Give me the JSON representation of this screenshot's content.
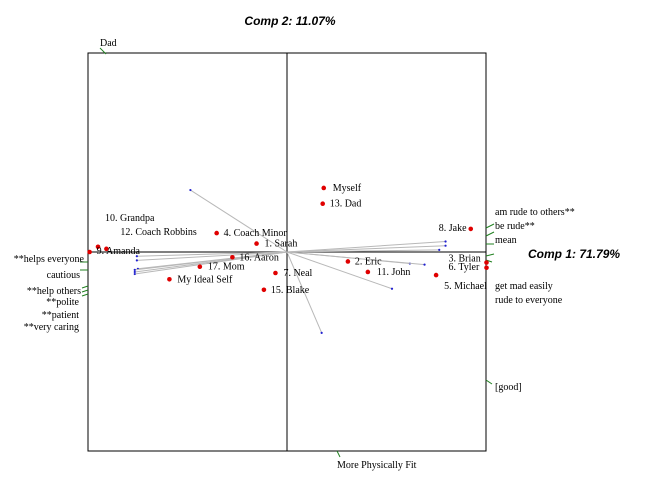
{
  "chart_data": {
    "type": "scatter",
    "title": "Comp 2: 11.07%",
    "xlabel": "Comp 1: 71.79%",
    "ylabel": "",
    "xlim": [
      -1,
      1
    ],
    "ylim": [
      -1,
      1
    ],
    "grid": false,
    "colors": {
      "element": "#e00000",
      "vector": "#b8b8b8",
      "vector_end": "#2020d0",
      "construct_tick": "#208020",
      "frame": "#000000"
    },
    "points": [
      {
        "label": "Myself",
        "x": 0.35,
        "y": 0.61
      },
      {
        "label": "13. Dad",
        "x": 0.34,
        "y": 0.46
      },
      {
        "label": "8. Jake",
        "x": 1.75,
        "y": 0.22
      },
      {
        "label": "4. Coach Minor",
        "x": -0.67,
        "y": 0.18
      },
      {
        "label": "1. Sarah",
        "x": -0.29,
        "y": 0.08
      },
      {
        "label": "10. Grandpa",
        "x": -1.8,
        "y": 0.05
      },
      {
        "label": "12. Coach Robbins",
        "x": -1.72,
        "y": 0.03
      },
      {
        "label": "9. Amanda",
        "x": -1.88,
        "y": 0.0
      },
      {
        "label": "16. Aaron",
        "x": -0.52,
        "y": -0.05
      },
      {
        "label": "2. Eric",
        "x": 0.58,
        "y": -0.09
      },
      {
        "label": "3. Brian",
        "x": 1.9,
        "y": -0.1
      },
      {
        "label": "6. Tyler",
        "x": 1.9,
        "y": -0.15
      },
      {
        "label": "17. Mom",
        "x": -0.83,
        "y": -0.14
      },
      {
        "label": "11. John",
        "x": 0.77,
        "y": -0.19
      },
      {
        "label": "5. Michael",
        "x": 1.42,
        "y": -0.22
      },
      {
        "label": "7. Neal",
        "x": -0.11,
        "y": -0.2
      },
      {
        "label": "My Ideal Self",
        "x": -1.12,
        "y": -0.26
      },
      {
        "label": "15. Blake",
        "x": -0.22,
        "y": -0.36
      }
    ],
    "vectors": [
      {
        "x": -0.92,
        "y": 0.59
      },
      {
        "x": 1.51,
        "y": 0.1
      },
      {
        "x": 1.51,
        "y": 0.06
      },
      {
        "x": 1.45,
        "y": 0.02
      },
      {
        "x": 1.17,
        "y": -0.11
      },
      {
        "x": 1.31,
        "y": -0.12
      },
      {
        "x": 1.0,
        "y": -0.35
      },
      {
        "x": 0.33,
        "y": -0.77
      },
      {
        "x": -1.43,
        "y": -0.04
      },
      {
        "x": -1.43,
        "y": -0.08
      },
      {
        "x": -1.42,
        "y": -0.16
      },
      {
        "x": -1.45,
        "y": -0.17
      },
      {
        "x": -1.45,
        "y": -0.19
      },
      {
        "x": -1.45,
        "y": -0.21
      }
    ],
    "construct_labels": {
      "top": [
        "Dad"
      ],
      "bottom": [
        "More Physically Fit"
      ],
      "right": [
        "am rude to others**",
        "be rude**",
        "mean",
        "get mad easily",
        "rude to everyone",
        "[good]"
      ],
      "left": [
        "**helps everyone",
        "cautious",
        "**help others",
        "**polite",
        "**patient",
        "**very caring"
      ]
    }
  }
}
